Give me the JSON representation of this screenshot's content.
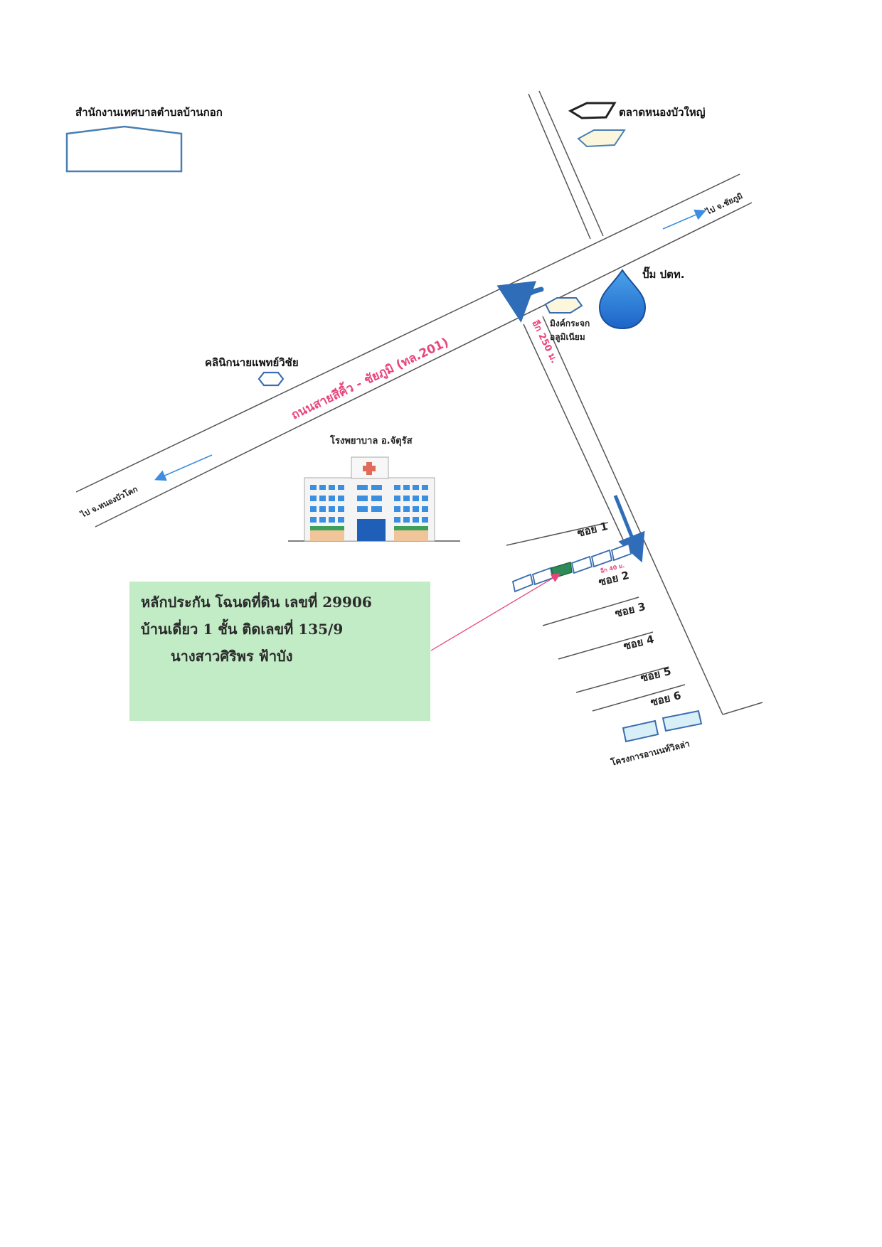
{
  "landmarks": {
    "municipal_office": "สำนักงานเทศบาลตำบลบ้านกอก",
    "market": "ตลาดหนองบัวใหญ่",
    "gas_station": "ปั๊ม ปตท.",
    "shop": "มิงค์กระจก\nอลูมิเนียม",
    "clinic": "คลินิกนายแพทย์วิชัย",
    "hospital": "โรงพยาบาล อ.จัตุรัส",
    "housing_project": "โครงการอานนท์วิลล่า"
  },
  "road": {
    "name": "ถนนสายสีคิ้ว - ชัยภูมิ (ทล.201)",
    "to_east": "ไป จ.ชัยภูมิ",
    "to_west": "ไป จ.หนองบัวโคก"
  },
  "distances": {
    "side_road": "อีก 250 ม.",
    "to_plot": "อีก 40 ม."
  },
  "soi": [
    "ซอย 1",
    "ซอย 2",
    "ซอย 3",
    "ซอย 4",
    "ซอย 5",
    "ซอย 6"
  ],
  "collateral": {
    "line1": "หลักประกัน โฉนดที่ดิน เลขที่  29906",
    "line2": "บ้านเดี่ยว  1 ชั้น ติดเลขที่ 135/9",
    "line3": "นางสาวศิริพร  ฟ้าบัง"
  },
  "colors": {
    "route_arrow": "#2f6db8",
    "road_label": "#e8457c",
    "plot_marker": "#2e8b57",
    "collateral_bg": "#c2ecc6"
  }
}
